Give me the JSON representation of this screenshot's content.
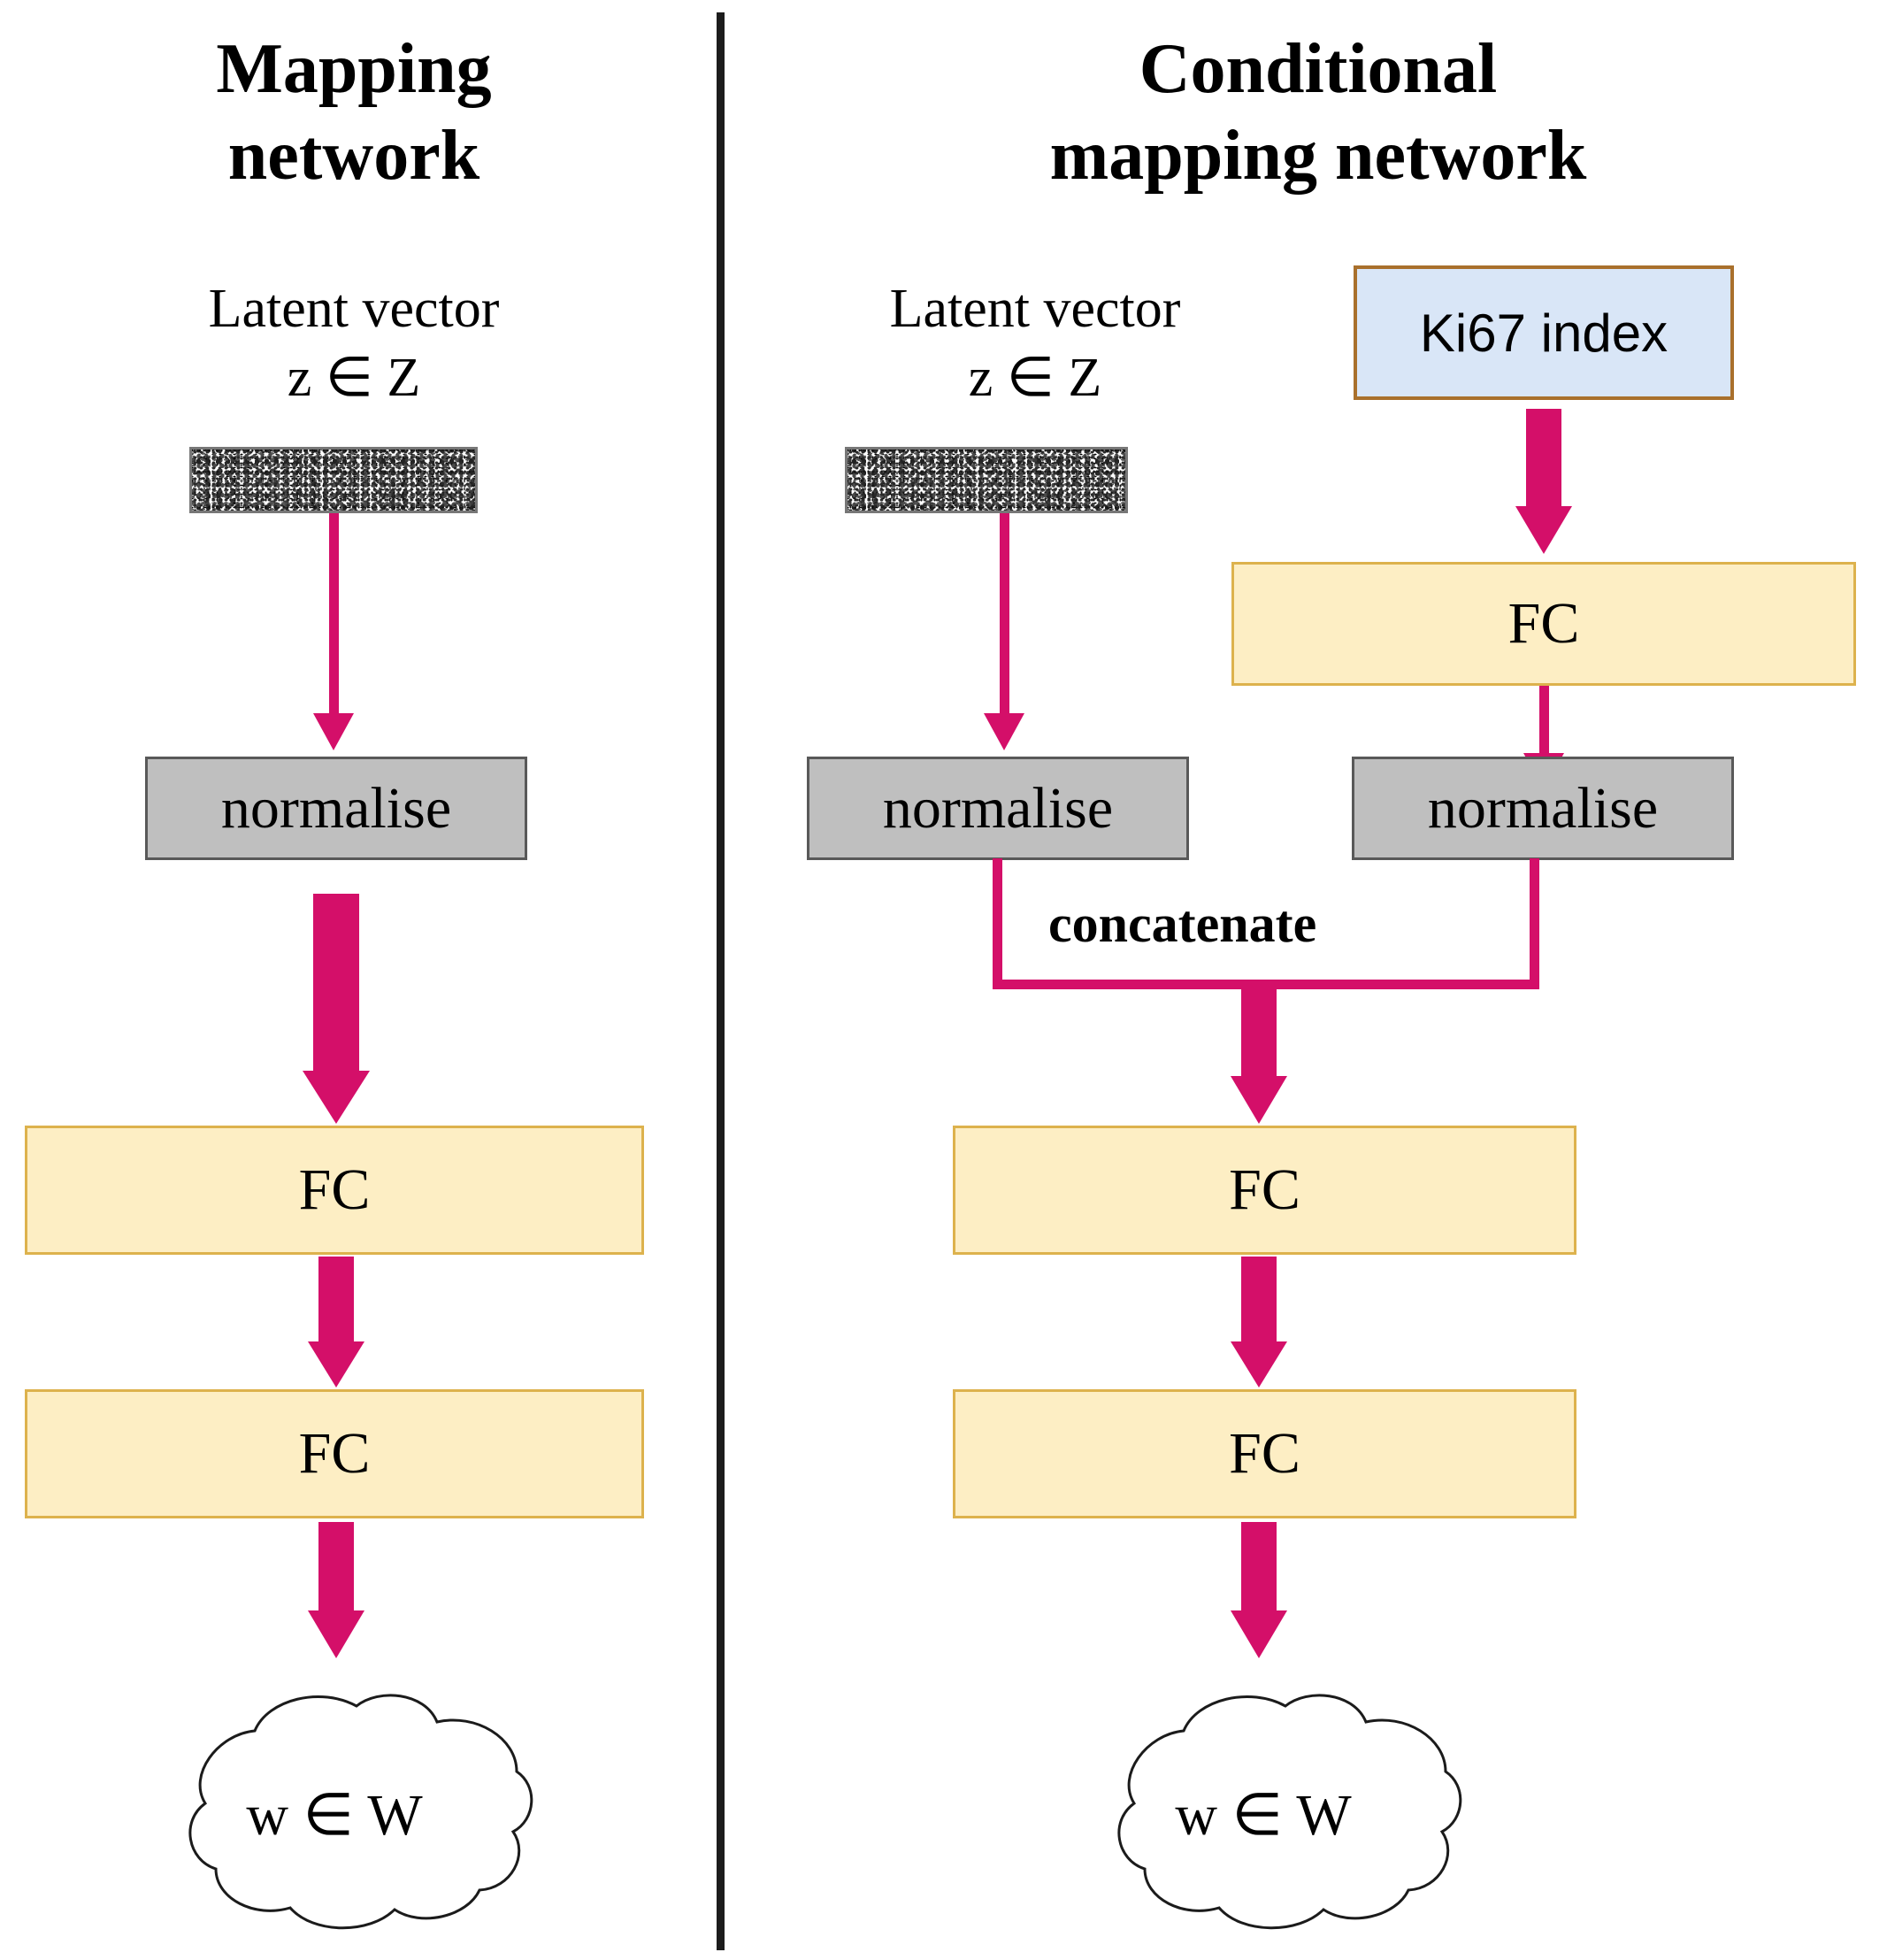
{
  "figure": {
    "type": "diagram",
    "description": "Side-by-side comparison of a StyleGAN mapping network and a conditional mapping network"
  },
  "colors": {
    "arrow_pink": "#d40f69",
    "normalise_fill": "#bfbfbf",
    "normalise_border": "#595959",
    "fc_fill": "#fdeec4",
    "fc_border": "#ddb24d",
    "ki67_fill": "#d9e6f7",
    "ki67_border": "#a9702c",
    "divider": "#1c1c1c",
    "text": "#000000"
  },
  "panels": [
    {
      "id": "mapping-network",
      "title": "Mapping\nnetwork",
      "caption": "Latent vector\nz ∈ Z",
      "nodes": [
        {
          "id": "latent-noise",
          "type": "noise",
          "label": ""
        },
        {
          "id": "normalise",
          "type": "process",
          "label": "normalise"
        },
        {
          "id": "fc-1",
          "type": "process",
          "label": "FC"
        },
        {
          "id": "fc-2",
          "type": "process",
          "label": "FC"
        },
        {
          "id": "output-cloud",
          "type": "cloud",
          "label": "w ∈ W"
        }
      ]
    },
    {
      "id": "conditional-mapping-network",
      "title": "Conditional\nmapping network",
      "caption": "Latent vector\nz ∈ Z",
      "condition_label": "Ki67 index",
      "merge_label": "concatenate",
      "nodes": [
        {
          "id": "latent-noise",
          "type": "noise",
          "label": ""
        },
        {
          "id": "ki67-index",
          "type": "input",
          "label": "Ki67 index"
        },
        {
          "id": "fc-cond",
          "type": "process",
          "label": "FC"
        },
        {
          "id": "normalise-latent",
          "type": "process",
          "label": "normalise"
        },
        {
          "id": "normalise-cond",
          "type": "process",
          "label": "normalise"
        },
        {
          "id": "concatenate",
          "type": "merge",
          "label": "concatenate"
        },
        {
          "id": "fc-1",
          "type": "process",
          "label": "FC"
        },
        {
          "id": "fc-2",
          "type": "process",
          "label": "FC"
        },
        {
          "id": "output-cloud",
          "type": "cloud",
          "label": "w ∈ W"
        }
      ]
    }
  ]
}
